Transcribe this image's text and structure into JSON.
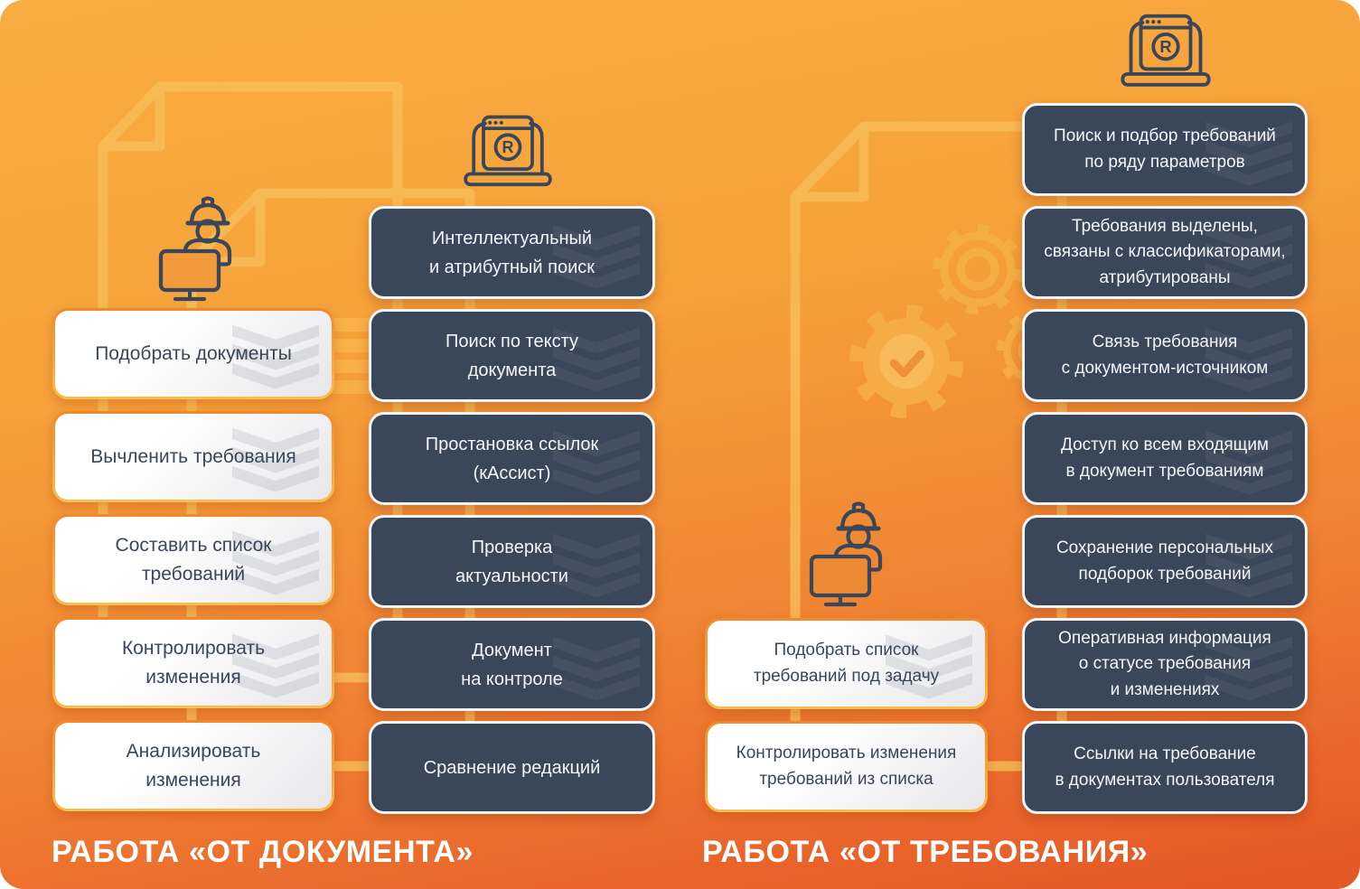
{
  "sections": {
    "left": {
      "title": "РАБОТА «ОТ ДОКУМЕНТА»",
      "task_cards": [
        {
          "label": "Подобрать документы",
          "chevron": true
        },
        {
          "label": "Вычленить требования",
          "chevron": true
        },
        {
          "label": "Составить список\nтребований",
          "chevron": true
        },
        {
          "label": "Контролировать\nизменения",
          "chevron": true
        },
        {
          "label": "Анализировать\nизменения",
          "chevron": false
        }
      ],
      "feature_cards": [
        {
          "label": "Интеллектуальный\nи атрибутный поиск",
          "chevron": true
        },
        {
          "label": "Поиск по тексту\nдокумента",
          "chevron": true
        },
        {
          "label": "Простановка ссылок\n(кАссист)",
          "chevron": true
        },
        {
          "label": "Проверка\nактуальности",
          "chevron": true
        },
        {
          "label": "Документ\nна контроле",
          "chevron": true
        },
        {
          "label": "Сравнение редакций",
          "chevron": false
        }
      ]
    },
    "right": {
      "title": "РАБОТА «ОТ ТРЕБОВАНИЯ»",
      "task_cards": [
        {
          "label": "Подобрать список\nтребований под задачу",
          "chevron": true
        },
        {
          "label": "Контролировать изменения\nтребований из списка",
          "chevron": false
        }
      ],
      "feature_cards": [
        {
          "label": "Поиск и подбор требований\nпо ряду параметров",
          "chevron": true
        },
        {
          "label": "Требования выделены,\nсвязаны с классификаторами,\nатрибутированы",
          "chevron": true
        },
        {
          "label": "Связь требования\nс документом-источником",
          "chevron": true
        },
        {
          "label": "Доступ ко всем входящим\nв документ требованиям",
          "chevron": true
        },
        {
          "label": "Сохранение персональных\nподборок требований",
          "chevron": true
        },
        {
          "label": "Оперативная информация\nо статусе требования\nи изменениях",
          "chevron": true
        },
        {
          "label": "Ссылки на требование\nв документах пользователя",
          "chevron": false
        }
      ]
    }
  },
  "icons": {
    "laptop_logo_letter": "R",
    "laptop": "laptop-with-browser-and-logo",
    "worker": "engineer-in-hard-hat-at-monitor",
    "chevron_watermark": "triple-chevron-down",
    "background": [
      "document-outline",
      "document-text-lines",
      "gears",
      "gear-with-check"
    ]
  },
  "colors": {
    "background_top": "#F8AB3F",
    "background_bottom": "#E45626",
    "card_dark": "#3A4659",
    "card_dark_border": "#F4F5F7",
    "card_light_border_top": "#EF8A2C",
    "card_light_border_bottom": "#F9BE4E",
    "card_light_text": "#3A4659",
    "card_dark_text": "#F3F5F8",
    "decor": "#F8BE59",
    "title_text": "#FFFFFF"
  }
}
